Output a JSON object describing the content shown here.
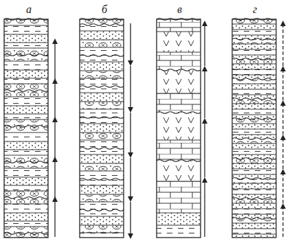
{
  "diagram": {
    "labels": [
      "а",
      "б",
      "в",
      "г"
    ]
  }
}
